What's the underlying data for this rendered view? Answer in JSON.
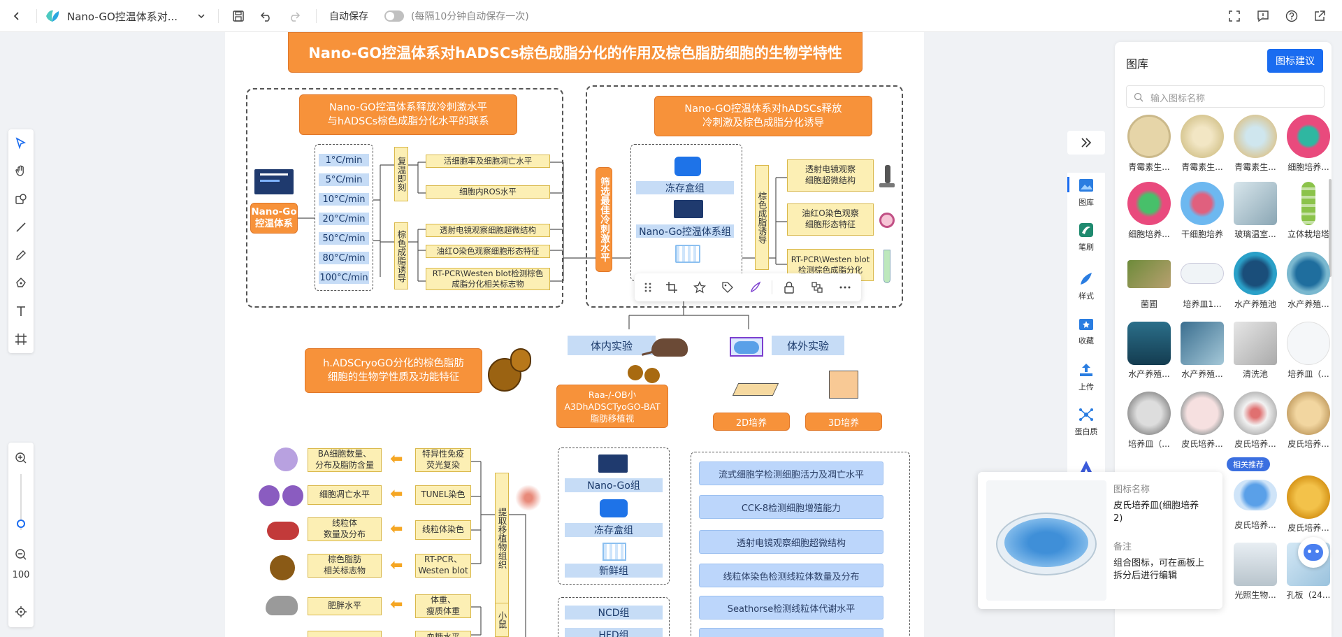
{
  "toolbar": {
    "doc_title": "Nano-GO控温体系对...",
    "autosave_label": "自动保存",
    "autosave_hint": "(每隔10分钟自动保存一次)"
  },
  "zoom": {
    "value": "100"
  },
  "diagram": {
    "title": "Nano-GO控温体系对hADSCs棕色成脂分化的作用及棕色脂肪细胞的生物学特性",
    "panel1_title": "Nano-GO控温体系释放冷刺激水平\n与hADSCs棕色成脂分化水平的联系",
    "panel2_title": "Nano-GO控温体系对hADSCs释放\n冷刺激及棕色成脂分化诱导",
    "system_label": "Nano-Go\n控温体系",
    "rates": [
      "1°C/min",
      "5°C/min",
      "10°C/min",
      "20°C/min",
      "50°C/min",
      "80°C/min",
      "100°C/min"
    ],
    "rewarm_label": "复温即刻",
    "induce_label": "棕色成脂诱导",
    "p1_items": [
      "活细胞率及细胞凋亡水平",
      "细胞内ROS水平",
      "透射电镜观察细胞超微结构",
      "油红O染色观察细胞形态特征",
      "RT-PCR\\Westen blot检测棕色\n成脂分化相关标志物"
    ],
    "screen_label": "筛选最佳冷刺激水平",
    "p2_groups": [
      "冻存盒组",
      "Nano-Go控温体系组"
    ],
    "p2_induce_label": "棕色成脂诱导",
    "p2_items": [
      "透射电镜观察\n细胞超微结构",
      "油红O染色观察\n细胞形态特征",
      "RT-PCR\\Westen blot\n检测棕色成脂分化"
    ],
    "invivo": "体内实验",
    "invitro": "体外实验",
    "bio_title": "h.ADSCryoGO分化的棕色脂肪\n细胞的生物学性质及功能特征",
    "transplant": "Raa-/-OB小\nA3DhADSCTyoGO-BAT\n脂肪移植视",
    "culture_2d": "2D培养",
    "culture_3d": "3D培养",
    "left_results": [
      "BA细胞数量、\n分布及脂防含量",
      "细胞凋亡水平",
      "线粒体\n数量及分布",
      "棕色脂肪\n相关标志物",
      "肥胖水平",
      ""
    ],
    "left_methods": [
      "特异性免疫\n荧光复染",
      "TUNEL染色",
      "线粒体染色",
      "RT-PCR、\nWesten blot",
      "体重、\n瘦质体重",
      "血糖水平"
    ],
    "extract_label": "提取移植物组织",
    "small_label": "小鼠",
    "mid_groups": [
      "Nano-Go组",
      "冻存盒组",
      "新鲜组"
    ],
    "mid_groups2": [
      "NCD组",
      "HFD组"
    ],
    "invitro_items": [
      "流式细胞学检测细胞活力及凋亡水平",
      "CCK-8检测细胞增殖能力",
      "透射电镜观察细胞超微结构",
      "线粒体染色检测线粒体数量及分布",
      "Seathorse检测线粒体代谢水平"
    ]
  },
  "library": {
    "title": "图库",
    "suggest_button": "图标建议",
    "search_placeholder": "输入图标名称",
    "items": [
      "青霉素生...",
      "青霉素生...",
      "青霉素生...",
      "细胞培养...",
      "细胞培养...",
      "干细胞培养",
      "玻璃温室...",
      "立体栽培塔",
      "菌圃",
      "培养皿1...",
      "水产养殖池",
      "水产养殖...",
      "水产养殖...",
      "水产养殖...",
      "清洗池",
      "培养皿（...",
      "培养皿（...",
      "皮氏培养...",
      "皮氏培养...",
      "皮氏培养...",
      "皮氏培养...",
      "皮氏培养...",
      "光照生物...",
      "孔板（24..."
    ],
    "recommend_badge": "相关推荐"
  },
  "rail": [
    "图库",
    "笔刷",
    "样式",
    "收藏",
    "上传",
    "蛋白质"
  ],
  "popup": {
    "name_label": "图标名称",
    "name_value": "皮氏培养皿(细胞培养\n2)",
    "note_label": "备注",
    "note_value": "组合图标，可在画板上\n拆分后进行编辑"
  },
  "colors": {
    "accent": "#1a6cf0",
    "orange": "#f7923a"
  }
}
